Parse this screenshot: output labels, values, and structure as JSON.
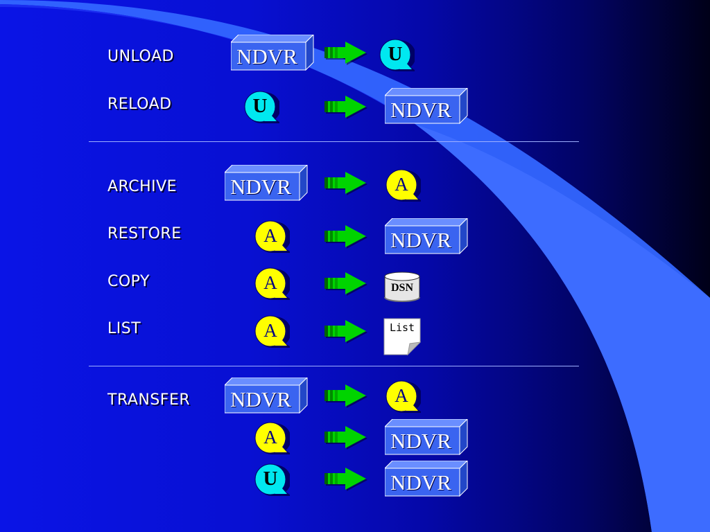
{
  "colors": {
    "background_left": "#0a14e6",
    "background_right": "#000018",
    "swoosh": "#3366ff",
    "ndvr_face": "#3a64f0",
    "ndvr_top": "#6a8eff",
    "ndvr_side": "#2247c8",
    "bubble_u": "#00e8f0",
    "bubble_a": "#ffff00",
    "arrow": "#00d400",
    "separator": "#9fb0ff"
  },
  "symbols": {
    "ndvr": "NDVR",
    "unload_file": "U",
    "archive_file": "A",
    "dsn": "DSN",
    "list": "List"
  },
  "operations": [
    {
      "label": "UNLOAD"
    },
    {
      "label": "RELOAD"
    },
    {
      "label": "ARCHIVE"
    },
    {
      "label": "RESTORE"
    },
    {
      "label": "COPY"
    },
    {
      "label": "LIST"
    },
    {
      "label": "TRANSFER"
    }
  ]
}
